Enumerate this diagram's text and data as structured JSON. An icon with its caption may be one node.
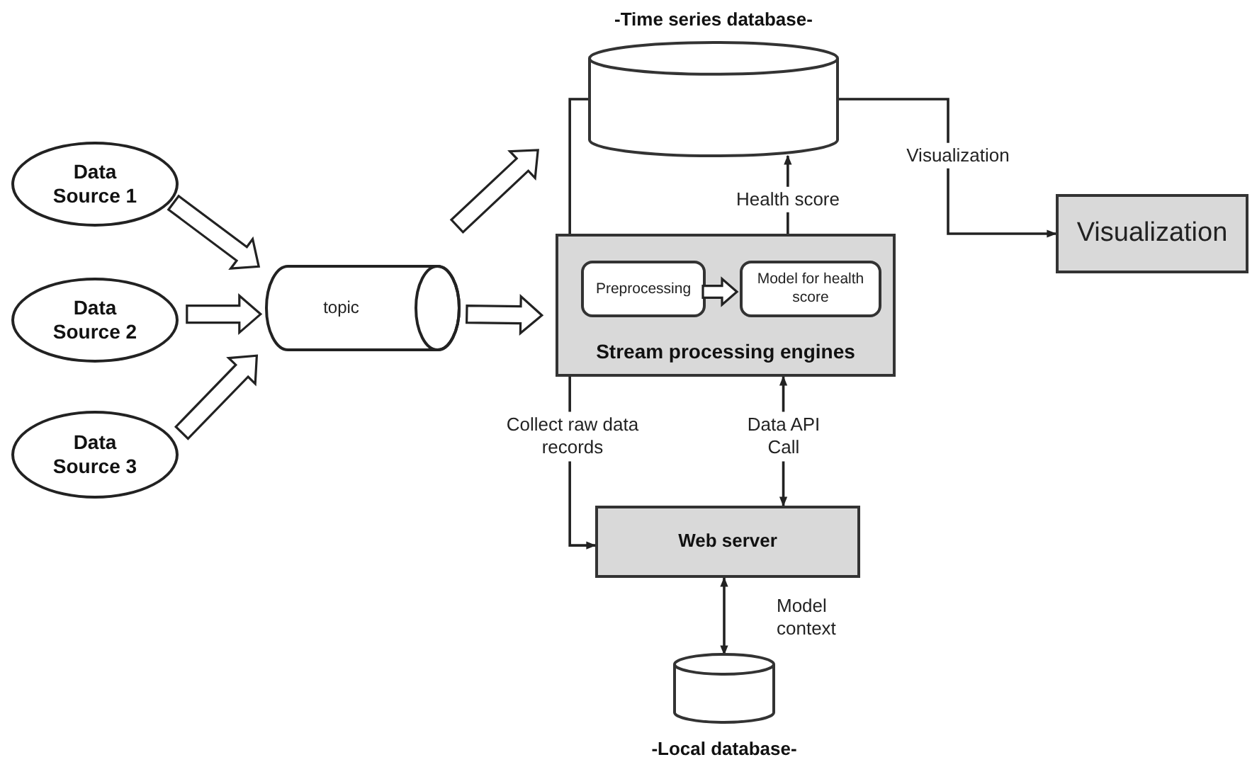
{
  "diagram": {
    "nodes": [
      {
        "text": [
          "Data Source 1"
        ]
      },
      {
        "text": [
          "Data Source 2"
        ]
      },
      {
        "text": [
          "Data Source 3"
        ]
      },
      {
        "text": [
          "topic"
        ]
      },
      {
        "text": [
          "-Time series database-"
        ]
      },
      {
        "text": [
          "Stream processing engines"
        ]
      },
      {
        "text": [
          "Preprocessing"
        ],
        "in": 5
      },
      {
        "text": [
          "Model for health score"
        ],
        "in": 5
      },
      {
        "text": [
          "Visualization"
        ]
      },
      {
        "text": [
          "Web server"
        ]
      },
      {
        "text": [
          "-Local database-"
        ]
      }
    ],
    "edges": [
      {
        "from": 0,
        "to": 3,
        "arrow": "to",
        "style": "thick"
      },
      {
        "from": 1,
        "to": 3,
        "arrow": "to",
        "style": "thick"
      },
      {
        "from": 2,
        "to": 3,
        "arrow": "to",
        "style": "thick"
      },
      {
        "from": 3,
        "to": 5,
        "arrow": "to",
        "style": "thick"
      },
      {
        "from": 3,
        "to": 4,
        "arrow": "to",
        "style": "thick"
      },
      {
        "from": 6,
        "to": 7,
        "arrow": "to",
        "style": "thick"
      },
      {
        "from": 5,
        "to": 4,
        "arrow": "none"
      },
      {
        "from": 5,
        "to": 4,
        "arrow": "to",
        "label": "Health score"
      },
      {
        "from": 4,
        "to": 8,
        "arrow": "to",
        "label": "Visualization"
      },
      {
        "from": 5,
        "to": 9,
        "arrow": "to",
        "label": "Collect raw data records"
      },
      {
        "from": 9,
        "to": 5,
        "arrow": "both",
        "label": "Data API Call"
      },
      {
        "from": 10,
        "to": 9,
        "arrow": "both",
        "label": "Model context"
      }
    ]
  }
}
